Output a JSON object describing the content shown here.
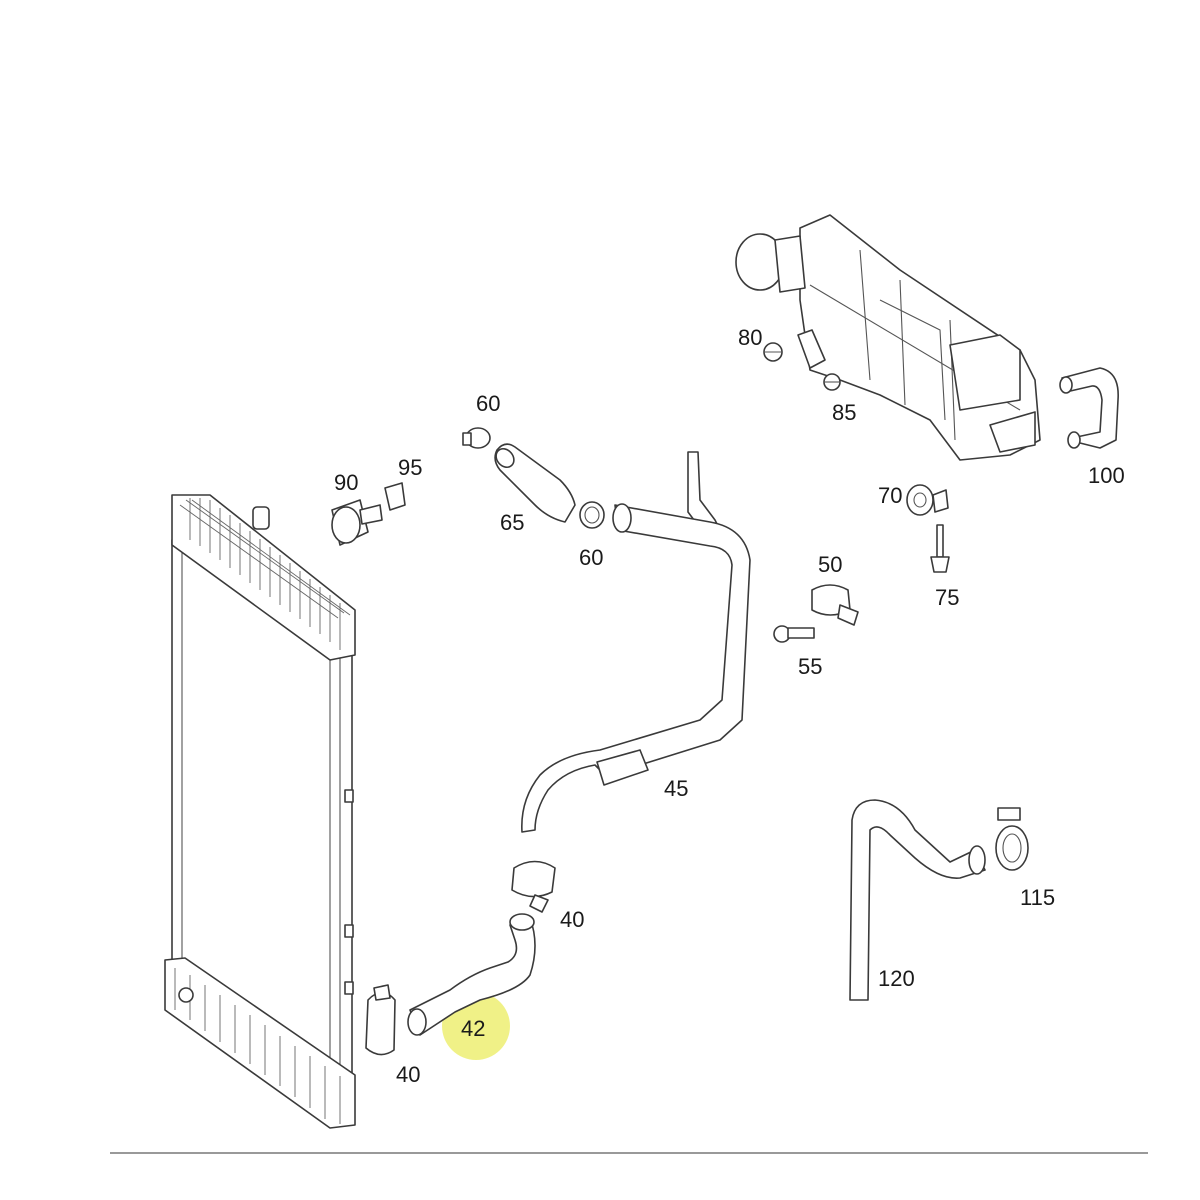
{
  "callouts": {
    "p100": "100",
    "p80": "80",
    "p85": "85",
    "p60a": "60",
    "p60b": "60",
    "p65": "65",
    "p90": "90",
    "p95": "95",
    "p70": "70",
    "p75": "75",
    "p50": "50",
    "p55": "55",
    "p45": "45",
    "p40a": "40",
    "p40b": "40",
    "p42": "42",
    "p115": "115",
    "p120": "120"
  },
  "highlight": {
    "part": "42",
    "color": "#eef07a"
  },
  "colors": {
    "line": "#3a3a3a",
    "background": "#ffffff"
  }
}
